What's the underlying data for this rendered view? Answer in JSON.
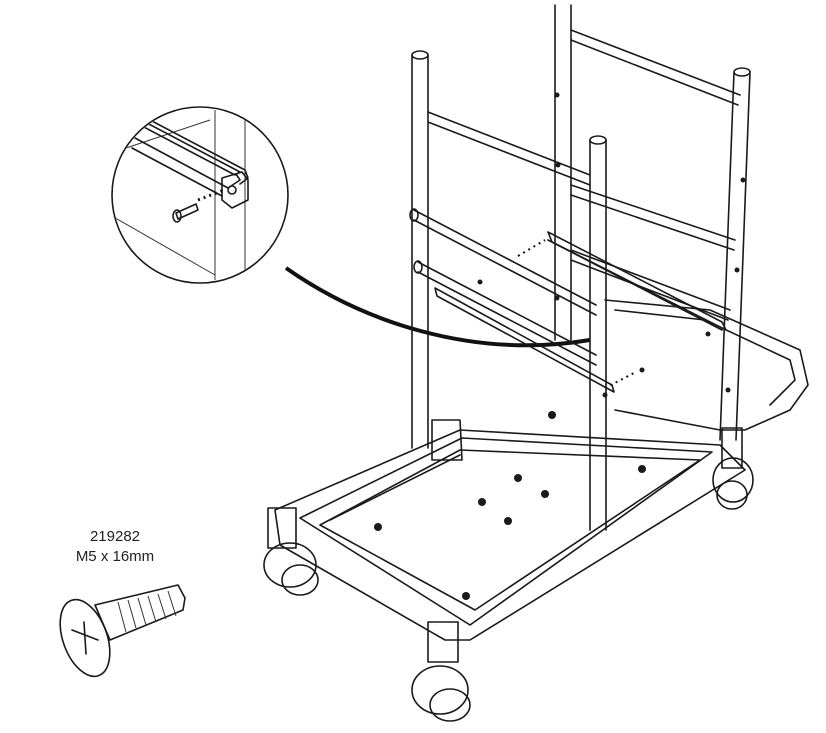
{
  "part": {
    "number": "219282",
    "size": "M5 x 16mm"
  },
  "colors": {
    "line": "#1a1a1a",
    "background": "#ffffff"
  },
  "icons": {
    "screw": "countersunk-screw-icon",
    "detail": "magnified-rail-detail"
  }
}
